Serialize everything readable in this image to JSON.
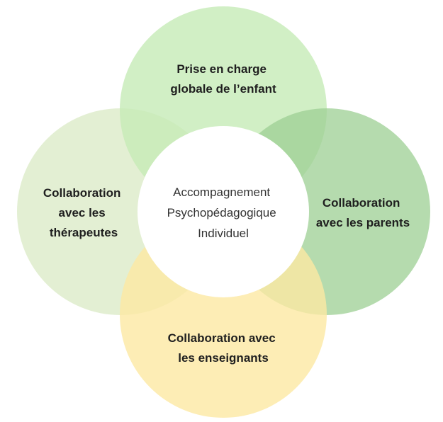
{
  "center": {
    "lines": [
      "Accompagnement",
      "Psychopédagogique",
      "Individuel"
    ]
  },
  "petals": [
    {
      "id": "top",
      "lines": [
        "Prise en charge",
        "globale de l’enfant"
      ],
      "color": "#c6ebb6"
    },
    {
      "id": "right",
      "lines": [
        "Collaboration",
        "avec les parents"
      ],
      "color": "#9ccf93"
    },
    {
      "id": "bottom",
      "lines": [
        "Collaboration avec",
        "les enseignants"
      ],
      "color": "#fde9a3"
    },
    {
      "id": "left",
      "lines": [
        "Collaboration",
        "avec les",
        "thérapeutes"
      ],
      "color": "#dcebc8"
    }
  ]
}
